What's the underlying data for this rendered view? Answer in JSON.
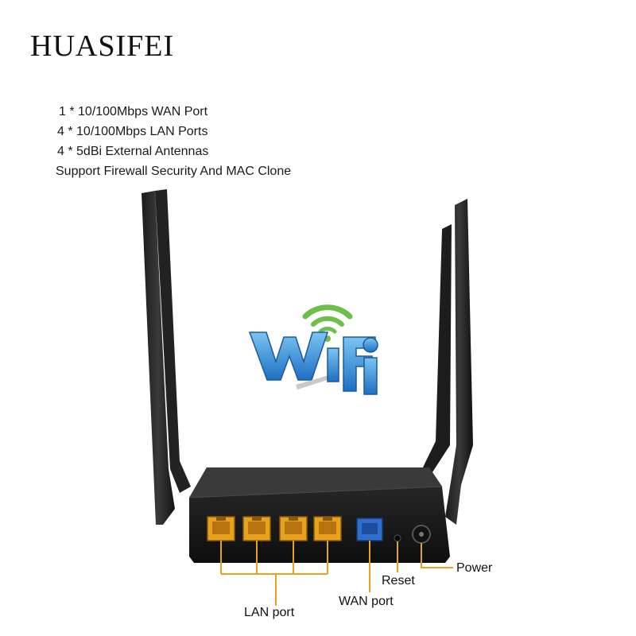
{
  "brand": "HUASIFEI",
  "features": [
    "1 * 10/100Mbps WAN Port",
    "4 * 10/100Mbps LAN Ports",
    "4 * 5dBi External Antennas",
    "Support Firewall Security And MAC Clone"
  ],
  "wifi_logo": {
    "letters": [
      "W",
      "F",
      "i"
    ],
    "color": "#3a8fd6",
    "signal_color": "#6cc04a"
  },
  "ports": {
    "lan_label": "LAN port",
    "wan_label": "WAN port",
    "reset_label": "Reset",
    "power_label": "Power",
    "lan_color": "#e8a21e",
    "wan_color": "#2f6fd0"
  }
}
